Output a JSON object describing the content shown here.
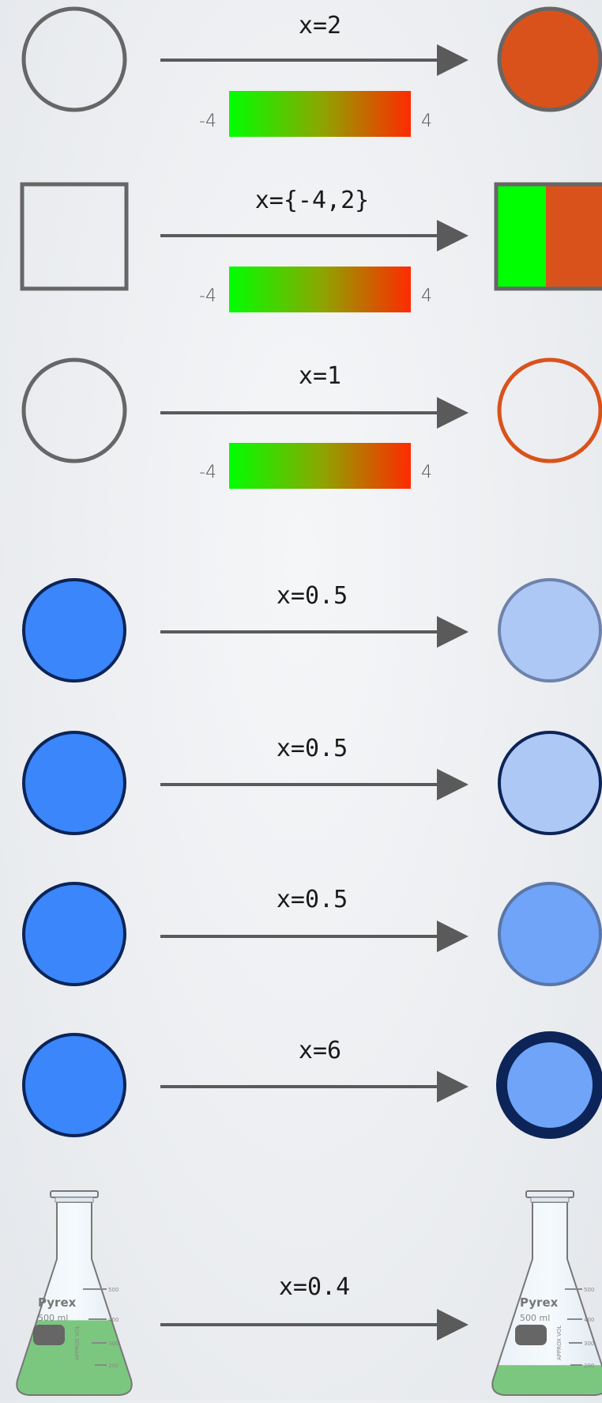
{
  "colormap": {
    "min_label": "-4",
    "max_label": "4",
    "low_color": "#00ff00",
    "high_color": "#ff2a00"
  },
  "rows": [
    {
      "label": "x=2",
      "has_colorbar": true
    },
    {
      "label": "x={-4,2}",
      "has_colorbar": true
    },
    {
      "label": "x=1",
      "has_colorbar": true
    },
    {
      "label": "x=0.5",
      "has_colorbar": false
    },
    {
      "label": "x=0.5",
      "has_colorbar": false
    },
    {
      "label": "x=0.5",
      "has_colorbar": false
    },
    {
      "label": "x=6",
      "has_colorbar": false
    },
    {
      "label": "x=0.4",
      "has_colorbar": false
    }
  ],
  "flask": {
    "brand": "Pyrex",
    "capacity": "500 ml",
    "approx": "APPROX VOL",
    "graduations": [
      "500",
      "400",
      "300",
      "200"
    ],
    "fill_before": 0.55,
    "fill_after": 0.22
  },
  "colors": {
    "stroke_gray": "#666666",
    "orange": "#d9521b",
    "blue_fill": "#3a86fa",
    "blue_dark": "#0c2457",
    "blue_light": "#aec8f6",
    "blue_mid": "#6fa4f8",
    "flask_liquid": "#7cc77f"
  }
}
